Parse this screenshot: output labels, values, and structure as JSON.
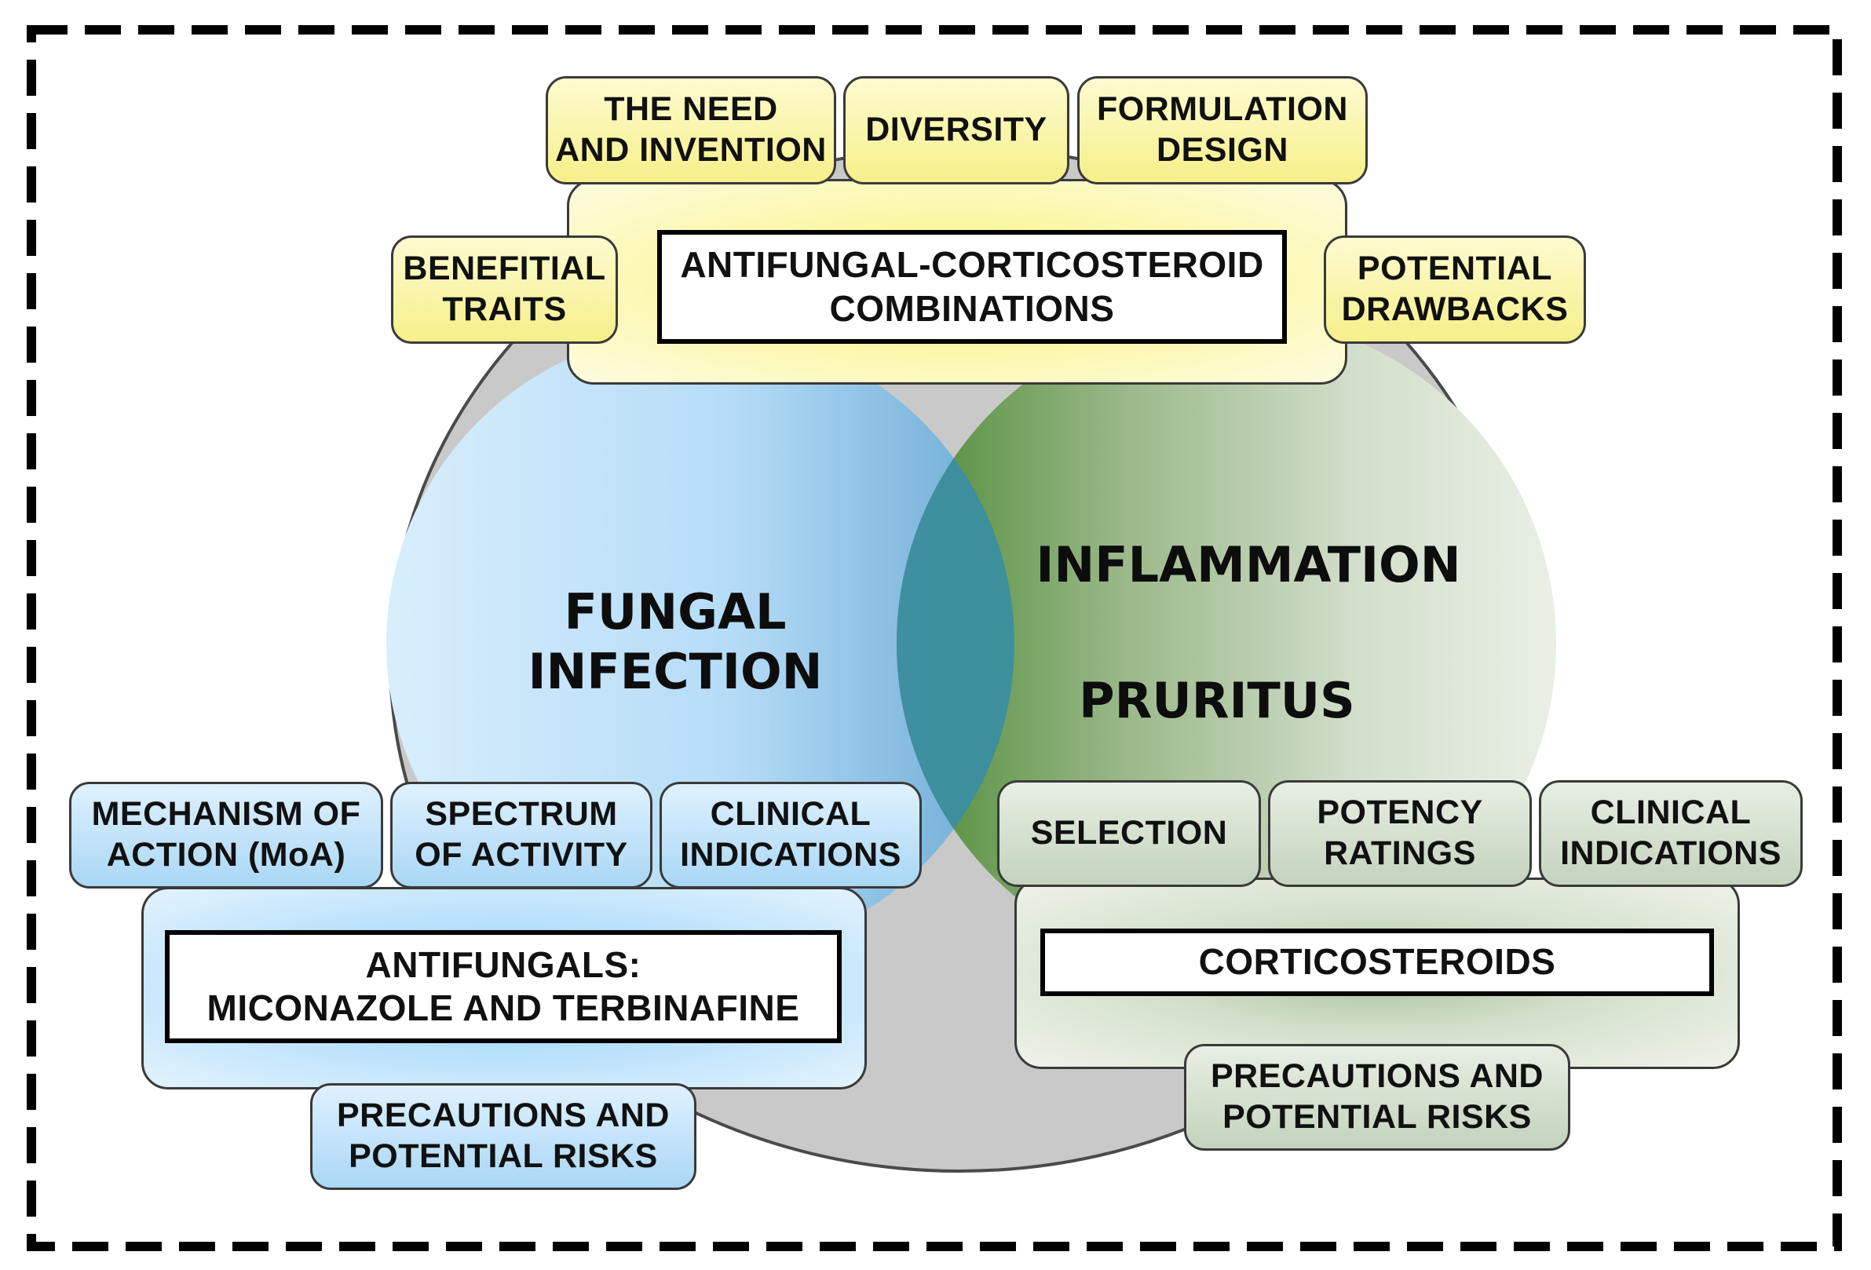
{
  "overlap_center": {
    "title": "ANTIFUNGAL-CORTICOSTEROID\nCOMBINATIONS",
    "topics": {
      "need_and_invention": "THE NEED\nAND INVENTION",
      "diversity": "DIVERSITY",
      "formulation_design": "FORMULATION\nDESIGN",
      "benefitial_traits": "BENEFITIAL\nTRAITS",
      "potential_drawbacks": "POTENTIAL\nDRAWBACKS"
    }
  },
  "left_circle": {
    "label": "FUNGAL\nINFECTION",
    "panel_title": "ANTIFUNGALS:\nMICONAZOLE AND TERBINAFINE",
    "topics": {
      "mechanism": "MECHANISM OF\nACTION (MoA)",
      "spectrum": "SPECTRUM\nOF ACTIVITY",
      "clinical": "CLINICAL\nINDICATIONS",
      "precautions": "PRECAUTIONS AND\nPOTENTIAL RISKS"
    }
  },
  "right_circle": {
    "label_1": "INFLAMMATION",
    "label_2": "PRURITUS",
    "panel_title": "CORTICOSTEROIDS",
    "topics": {
      "selection": "SELECTION",
      "potency": "POTENCY\nRATINGS",
      "clinical": "CLINICAL\nINDICATIONS",
      "precautions": "PRECAUTIONS AND\nPOTENTIAL RISKS"
    }
  },
  "colors": {
    "yellow_accent": "#f6ef8a",
    "blue_accent": "#8ccbf2",
    "green_accent": "#5c8a46",
    "grey_circle": "#c9c9c9",
    "overlap_teal": "#2f8f8c"
  }
}
